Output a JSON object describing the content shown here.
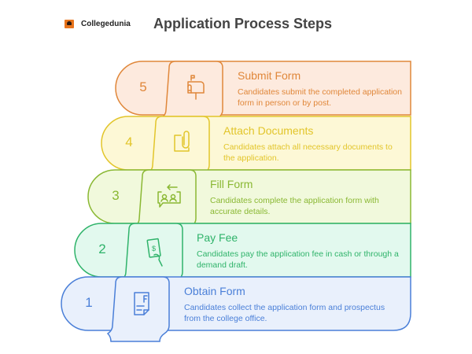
{
  "header": {
    "brand": "Collegedunia",
    "title": "Application Process Steps"
  },
  "steps": [
    {
      "number": "1",
      "title": "Obtain Form",
      "description": "Candidates collect the application form and prospectus from the college office.",
      "icon": "form-document-icon",
      "color": "#4a7fd8",
      "fill": "#e9f0fc"
    },
    {
      "number": "2",
      "title": "Pay Fee",
      "description": "Candidates pay the application fee in cash or through a demand draft.",
      "icon": "cash-hand-icon",
      "color": "#2fb36a",
      "fill": "#e2f9ee"
    },
    {
      "number": "3",
      "title": "Fill Form",
      "description": "Candidates complete the application form with accurate details.",
      "icon": "people-chat-icon",
      "color": "#8ab833",
      "fill": "#f1f9dc"
    },
    {
      "number": "4",
      "title": "Attach Documents",
      "description": "Candidates attach all necessary documents to the application.",
      "icon": "paperclip-icon",
      "color": "#e2c52a",
      "fill": "#fdf8d6"
    },
    {
      "number": "5",
      "title": "Submit Form",
      "description": "Candidates submit the completed application form in person or by post.",
      "icon": "mailbox-icon",
      "color": "#e0873a",
      "fill": "#fdeade"
    }
  ]
}
